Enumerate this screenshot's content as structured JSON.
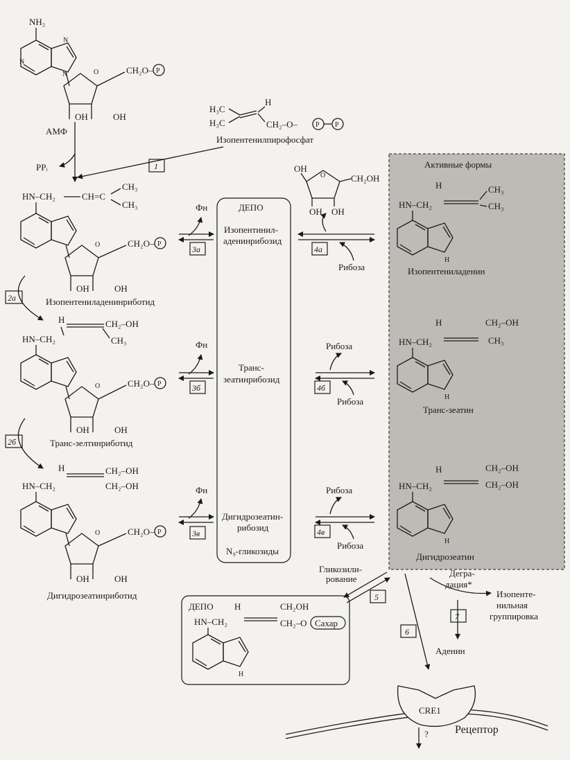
{
  "labels": {
    "amp": "АМФ",
    "ppi": "PPᵢ",
    "ipp_name": "Изопентенилпирофосфат",
    "ipp_h3c_top": "H₃C",
    "ipp_h3c_bot": "H₃C",
    "ipp_h": "H",
    "ipp_ch2o": "CH₂–O–",
    "nh2": "NH₂",
    "ch2o": "CH₂O–",
    "oh": "OH",
    "p": "P",
    "o": "O",
    "n": "N",
    "nh_ch2": "HN–CH₂",
    "ch3": "CH₃",
    "ch2oh": "CH₂–OH",
    "h": "H",
    "nh_ring": "H",
    "iso_ribotide": "Изопентениладенинриботид",
    "trans_ribotide": "Транс-зелтинриботид",
    "dihydro_ribotide": "Дигидрозеатинриботид",
    "phi": "Фн",
    "depot_title": "ДЕПО",
    "depot_iso": "Изопентинил-",
    "depot_iso2": "аденинрибозид",
    "depot_trans": "Транс-",
    "depot_trans2": "зеатинрибозид",
    "depot_dihydro": "Дигидрозеатин-",
    "depot_dihydro2": "рибозид",
    "depot_n9": "N₉-гликозиды",
    "ribose": "Рибоза",
    "active_title": "Активные формы",
    "active_iso": "Изопентениладенин",
    "active_trans": "Транс-зеатин",
    "active_dihydro": "Дигидрозеатин",
    "glycos1": "Гликозили-",
    "glycos2": "рование",
    "degr1": "Дегра-",
    "degr2": "дация*",
    "isopent1": "Изопенте-",
    "isopent2": "нильная",
    "isopent3": "группировка",
    "adenine": "Аденин",
    "depot2": "ДЕПО",
    "sugar": "Сахар",
    "ch2o_sugar": "CH₂–O",
    "cre1": "CRE1",
    "receptor": "Рецептор",
    "q": "?"
  },
  "steps": [
    "1",
    "2а",
    "2б",
    "3а",
    "3б",
    "3в",
    "4а",
    "4б",
    "4в",
    "5",
    "6",
    "7"
  ],
  "colors": {
    "active_bg": "#bdbbb6",
    "ink": "#1a1a1a",
    "paper": "#f4f2ee"
  }
}
